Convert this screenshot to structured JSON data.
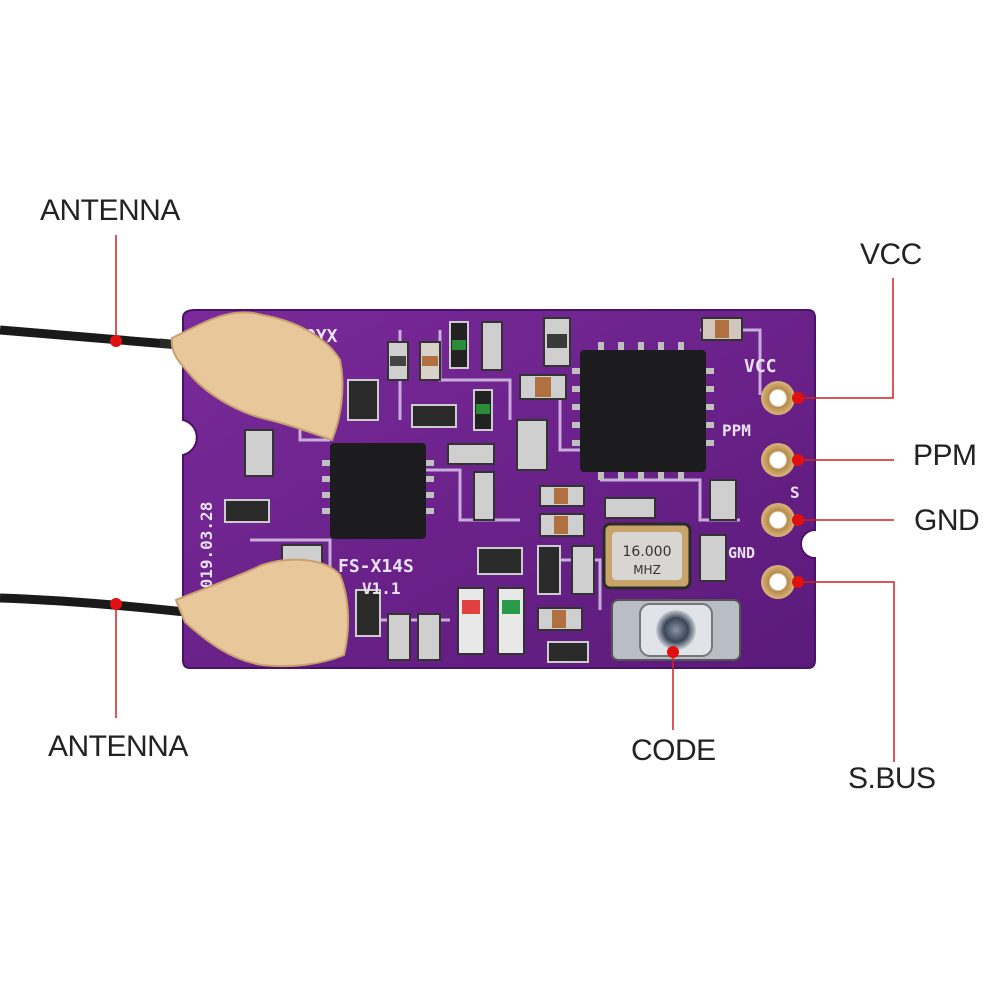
{
  "callouts": {
    "antenna_top": "ANTENNA",
    "antenna_bottom": "ANTENNA",
    "vcc": "VCC",
    "ppm": "PPM",
    "gnd": "GND",
    "sbus": "S.BUS",
    "code": "CODE"
  },
  "board": {
    "model_silkscreen": "FS-X14S",
    "version_silkscreen": "V1.1",
    "date_silkscreen": "2019.03.28",
    "pin_vcc": "VCC",
    "pin_ppm": "PPM",
    "pin_s": "S",
    "pin_gnd": "GND",
    "crystal_freq": "16.000",
    "crystal_unit": "MHZ",
    "top_silk": "OYX"
  },
  "colors": {
    "pcb": "#6a1f8a",
    "marker": "#e01010",
    "leader_line": "#d02020",
    "glue": "#e8c89a",
    "wire": "#1a1a1a"
  },
  "icons": [
    "red-marker-dot",
    "bind-button-icon"
  ]
}
